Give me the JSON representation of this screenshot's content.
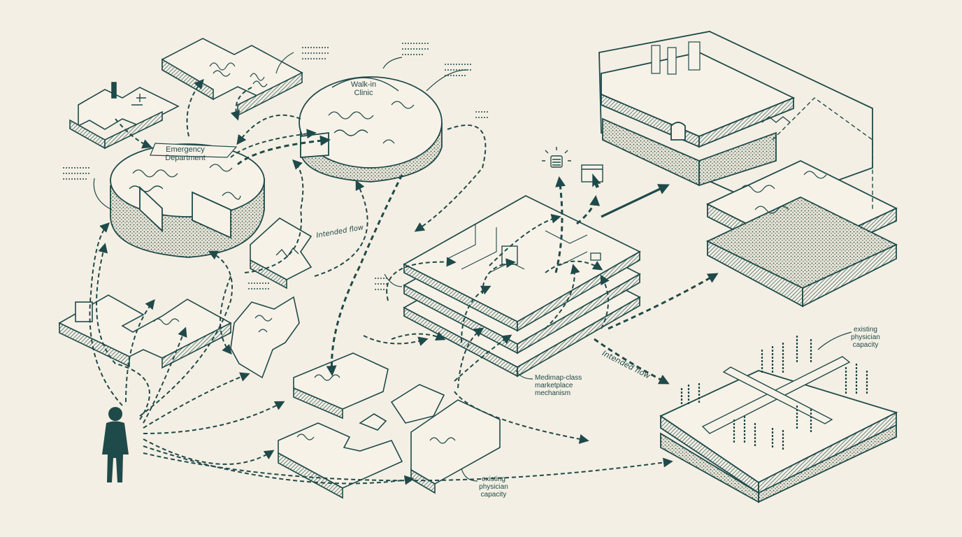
{
  "colors": {
    "ink": "#1f4a4a",
    "paper": "#f4efe4",
    "fill": "#f7f2e8",
    "hatch": "#2d5a58"
  },
  "labels": {
    "emergency": [
      "Emergency",
      "Department"
    ],
    "walkin": [
      "Walk-in",
      "Clinic"
    ],
    "intended_flow_top": "Intended flow",
    "intended_flow_right": "Intended flow",
    "marketplace": [
      "Medimap-class",
      "marketplace",
      "mechanism"
    ],
    "capacity_bottom": [
      "existing",
      "physician",
      "capacity"
    ],
    "capacity_right": [
      "existing",
      "physician",
      "capacity"
    ]
  },
  "icons": [
    "person-silhouette-icon",
    "lightbulb-icon",
    "cursor-screen-icon"
  ]
}
